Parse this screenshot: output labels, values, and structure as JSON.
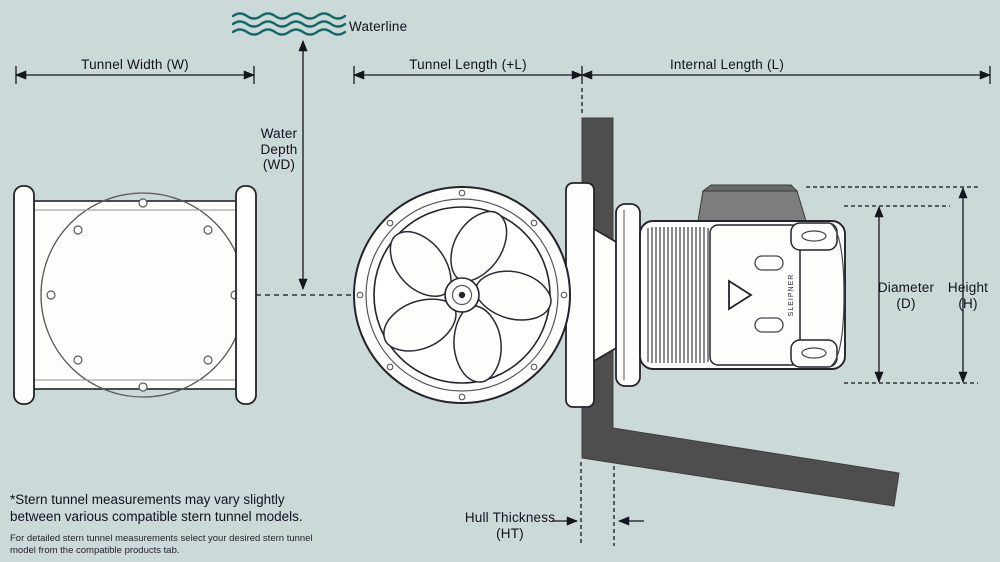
{
  "diagram": {
    "waterline_label": "Waterline",
    "tunnel_width_label": "Tunnel Width (W)",
    "tunnel_length_label": "Tunnel Length (+L)",
    "internal_length_label": "Internal Length (L)",
    "water_depth_label": "Water\nDepth\n(WD)",
    "diameter_label": "Diameter\n(D)",
    "height_label": "Height\n(H)",
    "hull_thickness_label": "Hull Thickness\n(HT)",
    "brand": "SLEIPNER"
  },
  "footnote": {
    "primary": "*Stern tunnel measurements may vary slightly\nbetween various compatible stern tunnel models.",
    "secondary": "For detailed stern tunnel measurements select your desired stern tunnel\nmodel from the compatible products tab."
  },
  "colors": {
    "background": "#ccd9d9",
    "line_art": "#23232b",
    "hull_fill": "#4e4e4e",
    "waterline": "#156868",
    "text": "#11111f"
  }
}
